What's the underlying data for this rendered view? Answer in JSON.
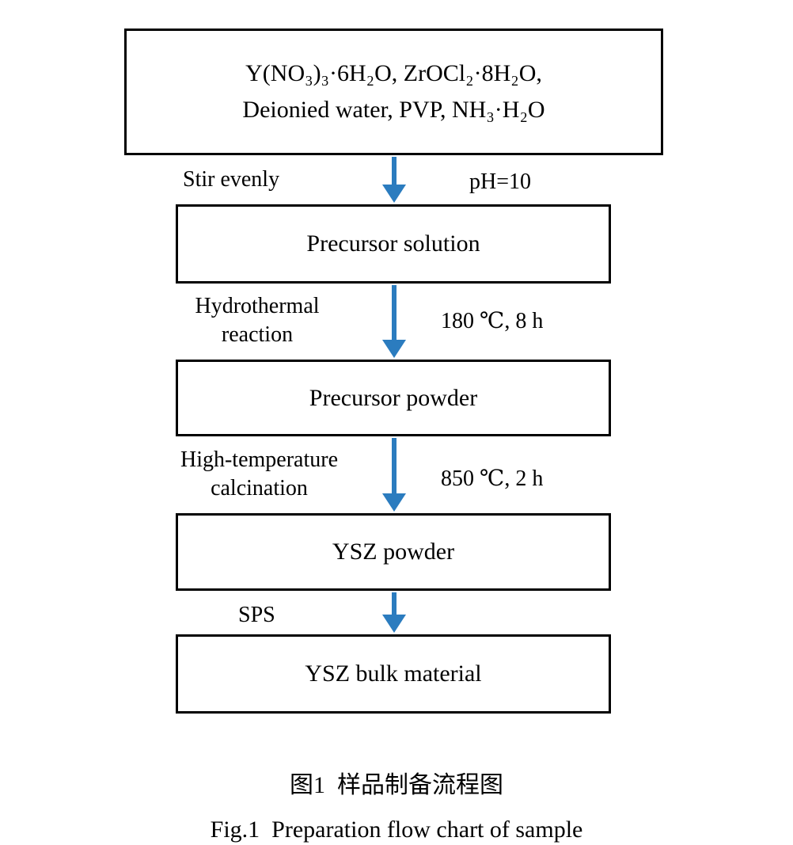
{
  "colors": {
    "arrow_blue": "#2b7cbf",
    "box_border": "#000000",
    "background": "#ffffff",
    "text": "#000000"
  },
  "boxes": {
    "reagents": {
      "line1": "Y(NO₃)₃·6H₂O, ZrOCl₂·8H₂O,",
      "line2": "Deionied water, PVP, NH₃·H₂O"
    },
    "precursor_solution": {
      "label": "Precursor solution"
    },
    "precursor_powder": {
      "label": "Precursor powder"
    },
    "ysz_powder": {
      "label": "YSZ powder"
    },
    "ysz_bulk": {
      "label": "YSZ bulk material"
    }
  },
  "steps": {
    "step1": {
      "left": "Stir evenly",
      "right": "pH=10"
    },
    "step2": {
      "left_line1": "Hydrothermal",
      "left_line2": "reaction",
      "right": "180 ℃, 8 h"
    },
    "step3": {
      "left_line1": "High-temperature",
      "left_line2": "calcination",
      "right": "850 ℃, 2 h"
    },
    "step4": {
      "left": "SPS"
    }
  },
  "caption": {
    "zh": "图1  样品制备流程图",
    "en": "Fig.1  Preparation flow chart of sample"
  }
}
